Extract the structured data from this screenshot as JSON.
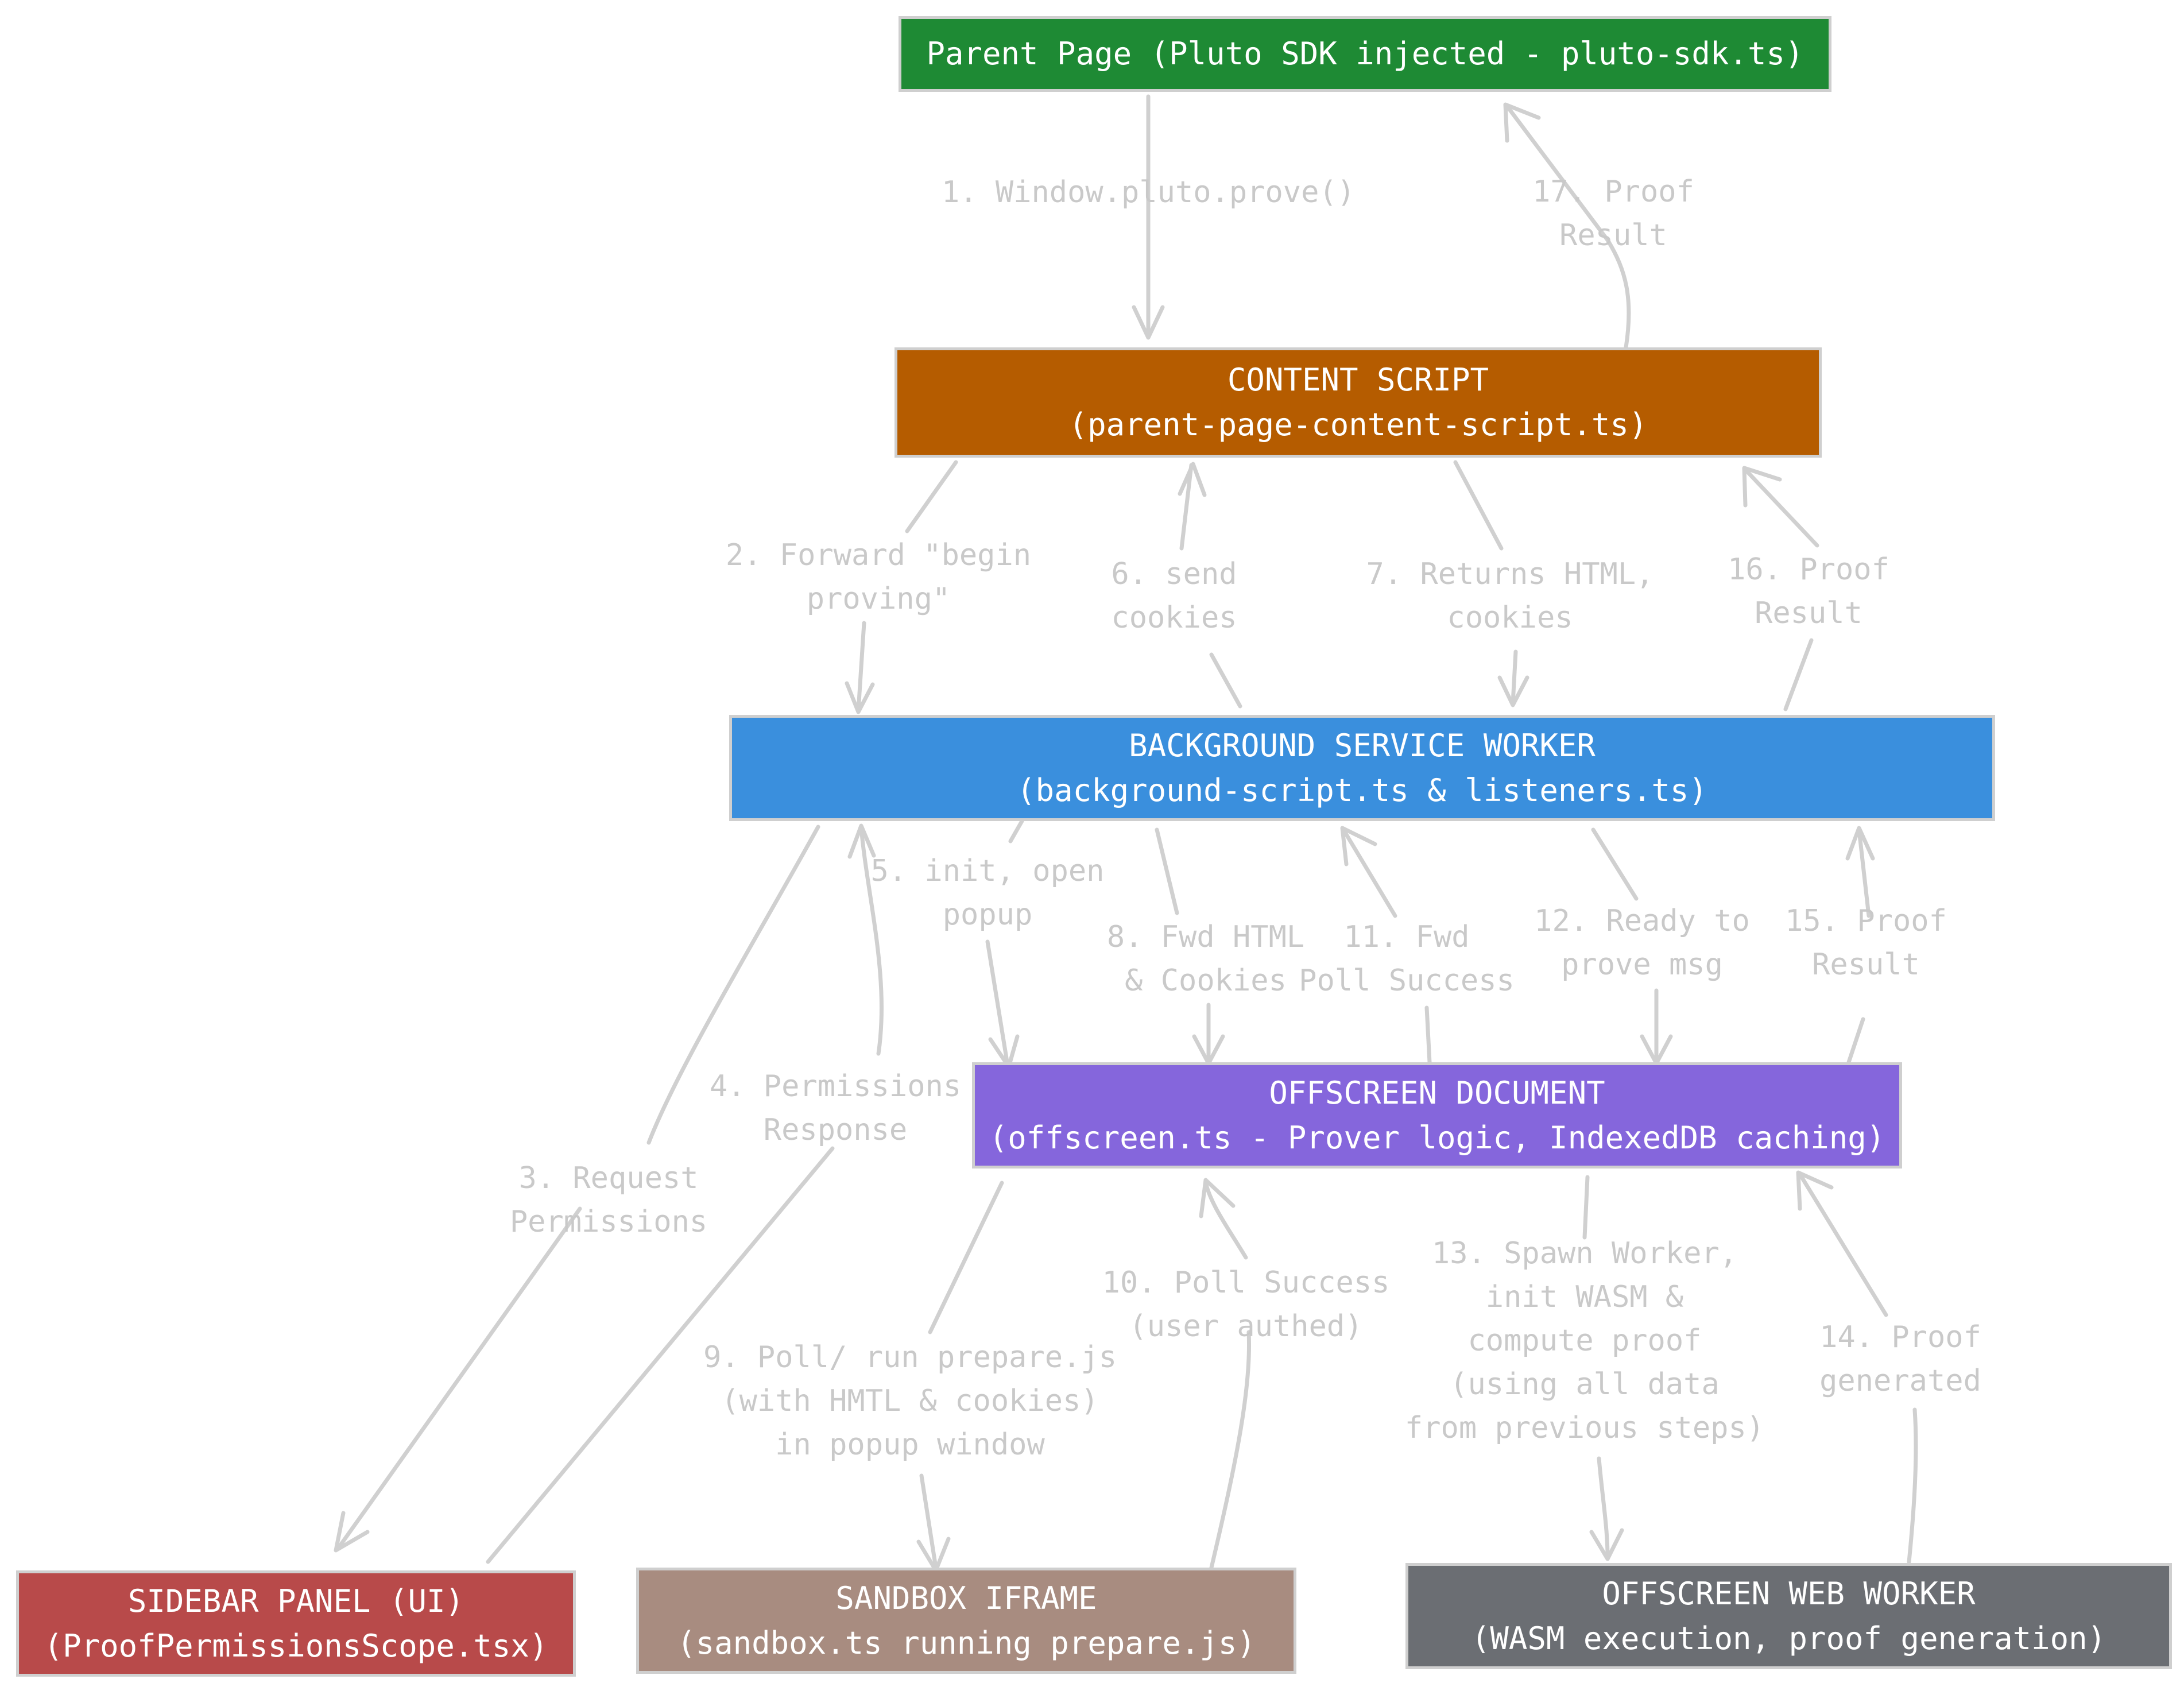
{
  "colors": {
    "parent": "#1e8a34",
    "content": "#b55c00",
    "background": "#3a8fdd",
    "offscreen": "#8566dc",
    "sidebar": "#b84a4a",
    "sandbox": "#a88c80",
    "worker": "#6b6e73",
    "edge": "#d0d0d0"
  },
  "nodes": {
    "parent": {
      "line1": "Parent Page (Pluto SDK injected - pluto-sdk.ts)"
    },
    "content": {
      "line1": "CONTENT SCRIPT",
      "line2": "(parent-page-content-script.ts)"
    },
    "background": {
      "line1": "BACKGROUND SERVICE WORKER",
      "line2": "(background-script.ts & listeners.ts)"
    },
    "offscreen": {
      "line1": "OFFSCREEN DOCUMENT",
      "line2": "(offscreen.ts - Prover logic, IndexedDB caching)"
    },
    "sidebar": {
      "line1": "SIDEBAR PANEL (UI)",
      "line2": "(ProofPermissionsScope.tsx)"
    },
    "sandbox": {
      "line1": "SANDBOX IFRAME",
      "line2": "(sandbox.ts running prepare.js)"
    },
    "worker": {
      "line1": "OFFSCREEN WEB WORKER",
      "line2": "(WASM execution, proof generation)"
    }
  },
  "edges": {
    "e1": {
      "l1": "1. Window.pluto.prove()"
    },
    "e17": {
      "l1": "17. Proof",
      "l2": "Result"
    },
    "e2": {
      "l1": "2. Forward \"begin",
      "l2": "proving\""
    },
    "e6": {
      "l1": "6. send",
      "l2": "cookies"
    },
    "e7": {
      "l1": "7. Returns HTML,",
      "l2": "cookies"
    },
    "e16": {
      "l1": "16. Proof",
      "l2": "Result"
    },
    "e3": {
      "l1": "3.  Request",
      "l2": "Permissions"
    },
    "e4": {
      "l1": "4. Permissions",
      "l2": "Response"
    },
    "e5": {
      "l1": "5. init, open",
      "l2": "popup"
    },
    "e8": {
      "l1": "8. Fwd HTML",
      "l2": "& Cookies"
    },
    "e11": {
      "l1": "11. Fwd",
      "l2": "Poll Success"
    },
    "e12": {
      "l1": "12. Ready to",
      "l2": "prove msg"
    },
    "e15": {
      "l1": "15. Proof",
      "l2": "Result"
    },
    "e9": {
      "l1": "9. Poll/ run prepare.js",
      "l2": "(with HMTL & cookies)",
      "l3": "in popup window"
    },
    "e10": {
      "l1": "10. Poll Success",
      "l2": "(user authed)"
    },
    "e13": {
      "l1": "13. Spawn Worker,",
      "l2": "init WASM &",
      "l3": "compute proof",
      "l4": "(using all data",
      "l5": "from previous steps)"
    },
    "e14": {
      "l1": "14. Proof",
      "l2": "generated"
    }
  }
}
